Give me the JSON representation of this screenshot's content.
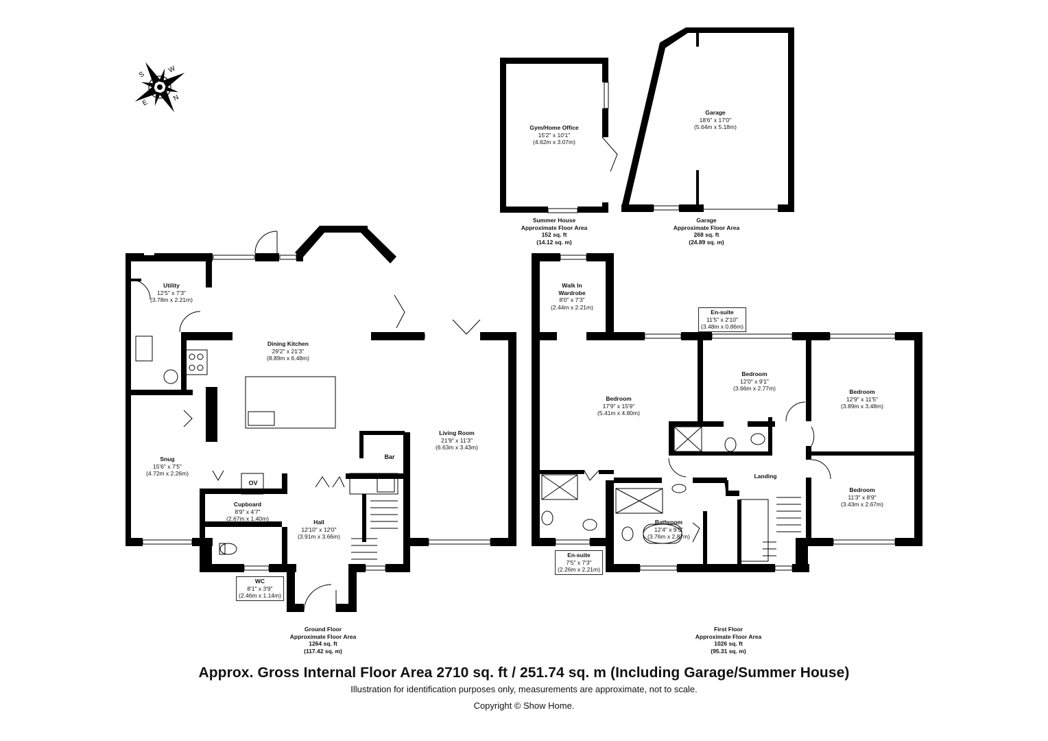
{
  "rooms": {
    "utility": {
      "name": "Utility",
      "imp": "12'5\" x 7'3\"",
      "met": "(3.78m x 2.21m)"
    },
    "dining_kitchen": {
      "name": "Dining Kitchen",
      "imp": "29'2\" x 21'3\"",
      "met": "(8.89m x 6.48m)"
    },
    "living_room": {
      "name": "Living Room",
      "imp": "21'9\" x 11'3\"",
      "met": "(6.63m x 3.43m)"
    },
    "snug": {
      "name": "Snug",
      "imp": "15'6\" x 7'5\"",
      "met": "(4.72m x 2.26m)"
    },
    "cupboard": {
      "name": "Cupboard",
      "imp": "8'9\" x 4'7\"",
      "met": "(2.67m x 1.40m)"
    },
    "hall": {
      "name": "Hall",
      "imp": "12'10\" x 12'0\"",
      "met": "(3.91m x 3.66m)"
    },
    "wc": {
      "name": "WC",
      "imp": "8'1\" x 3'9\"",
      "met": "(2.46m x 1.14m)"
    },
    "gym": {
      "name": "Gym/Home Office",
      "imp": "15'2\" x 10'1\"",
      "met": "(4.62m x 3.07m)"
    },
    "garage": {
      "name": "Garage",
      "imp": "18'6\" x 17'0\"",
      "met": "(5.64m x 5.18m)"
    },
    "walk_in": {
      "name": "Walk In",
      "name2": "Wardrobe",
      "imp": "8'0\" x 7'3\"",
      "met": "(2.44m x 2.21m)"
    },
    "ensuite_top": {
      "name": "En-suite",
      "imp": "11'5\" x 2'10\"",
      "met": "(3.48m x 0.86m)"
    },
    "bedroom_main": {
      "name": "Bedroom",
      "imp": "17'9\" x 15'9\"",
      "met": "(5.41m x 4.80m)"
    },
    "bedroom_2": {
      "name": "Bedroom",
      "imp": "12'0\" x 9'1\"",
      "met": "(3.66m x 2.77m)"
    },
    "bedroom_3": {
      "name": "Bedroom",
      "imp": "12'9\" x 11'5\"",
      "met": "(3.89m x 3.48m)"
    },
    "bedroom_4": {
      "name": "Bedroom",
      "imp": "11'3\" x 8'9\"",
      "met": "(3.43m x 2.67m)"
    },
    "bathroom": {
      "name": "Bathroom",
      "imp": "12'4\" x 9'5\"",
      "met": "(3.76m x 2.87m)"
    },
    "ensuite_bottom": {
      "name": "En-suite",
      "imp": "7'5\" x 7'3\"",
      "met": "(2.26m x 2.21m)"
    },
    "landing": {
      "name": "Landing"
    }
  },
  "fixtures": {
    "bar": "Bar",
    "ov": "OV"
  },
  "compass": {
    "n": "N",
    "s": "S",
    "e": "E",
    "w": "W"
  },
  "areas": {
    "summer_house": [
      "Summer House",
      "Approximate Floor Area",
      "152 sq. ft",
      "(14.12 sq. m)"
    ],
    "garage": [
      "Garage",
      "Approximate Floor Area",
      "268 sq. ft",
      "(24.89 sq. m)"
    ],
    "ground_floor": [
      "Ground Floor",
      "Approximate Floor Area",
      "1264 sq. ft",
      "(117.42 sq. m)"
    ],
    "first_floor": [
      "First Floor",
      "Approximate Floor Area",
      "1026 sq. ft",
      "(95.31 sq. m)"
    ]
  },
  "footer": {
    "title": "Approx. Gross Internal Floor Area 2710 sq. ft / 251.74 sq. m (Including Garage/Summer House)",
    "note": "Illustration for identification purposes only, measurements are approximate, not to scale.",
    "copyright": "Copyright © Show Home."
  }
}
